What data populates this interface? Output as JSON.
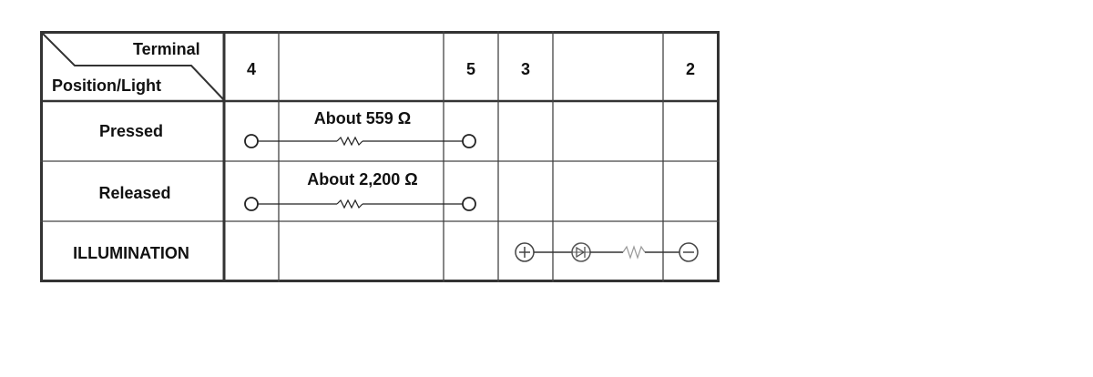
{
  "header": {
    "corner_top": "Terminal",
    "corner_bottom": "Position/Light",
    "terminals": [
      "4",
      "5",
      "3",
      "2"
    ]
  },
  "rows": [
    {
      "label": "Pressed",
      "resistance": "About 559 Ω"
    },
    {
      "label": "Released",
      "resistance": "About 2,200 Ω"
    },
    {
      "label": "ILLUMINATION"
    }
  ],
  "illumination": {
    "symbols": [
      "plus-terminal-icon",
      "diode-icon",
      "resistor-icon",
      "minus-terminal-icon"
    ]
  }
}
